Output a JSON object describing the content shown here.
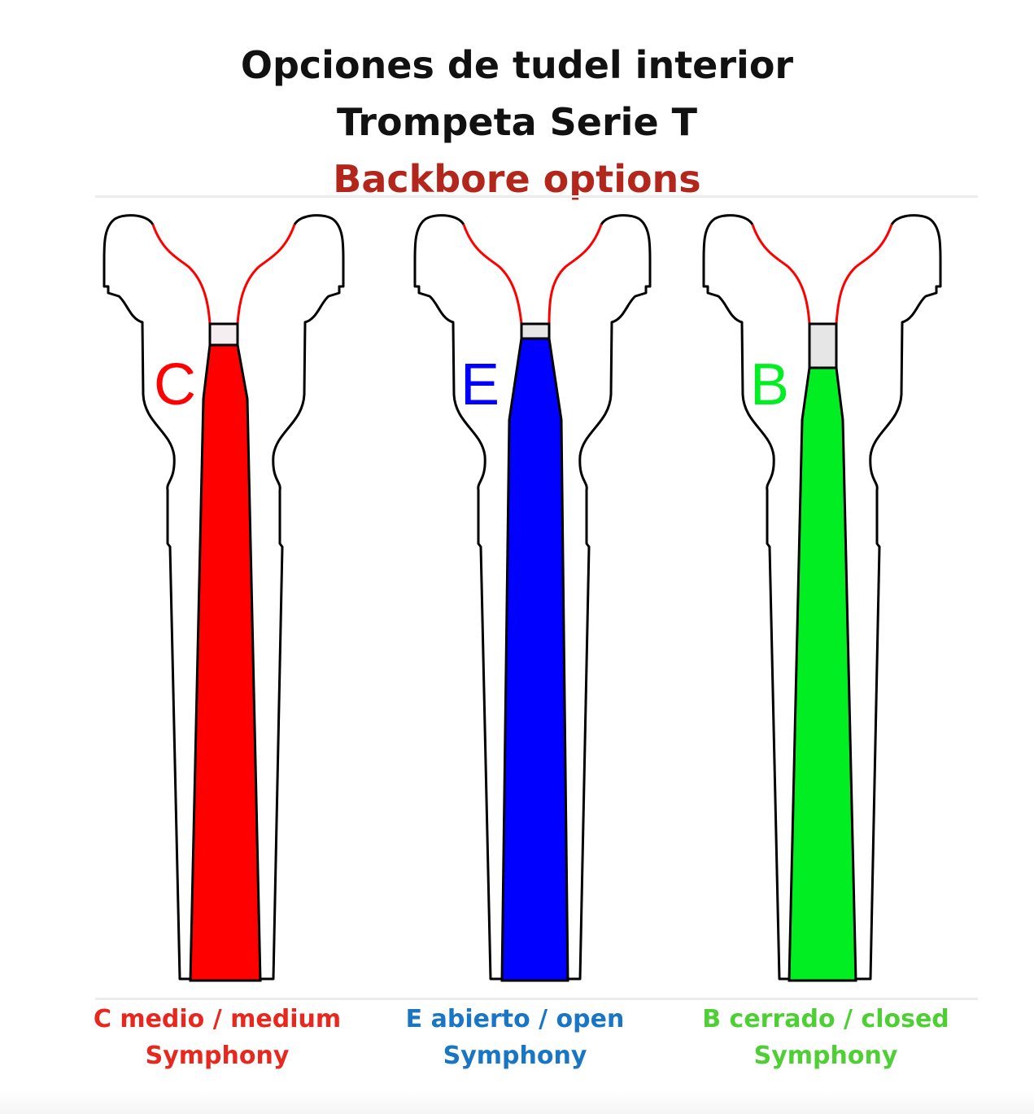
{
  "title": {
    "line1": "Opciones de tudel interior",
    "line2": "Trompeta Serie T",
    "line3": "Backbore options"
  },
  "colors": {
    "c": "#ff0000",
    "e": "#0000ff",
    "b": "#00ee22",
    "throat_curve": "#ff0000",
    "throat": "#e6e6e6",
    "subtitle": "#b3261b"
  },
  "backbores": [
    {
      "letter": "C",
      "caption_line1": "C medio / medium",
      "caption_line2": "Symphony"
    },
    {
      "letter": "E",
      "caption_line1": "E abierto / open",
      "caption_line2": "Symphony"
    },
    {
      "letter": "B",
      "caption_line1": "B cerrado / closed",
      "caption_line2": "Symphony"
    }
  ]
}
